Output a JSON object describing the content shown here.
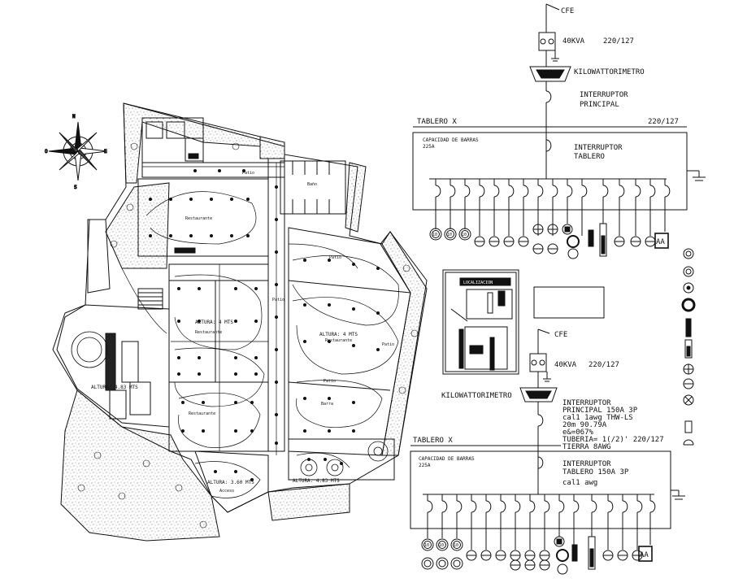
{
  "top_diagram": {
    "cfe": "CFE",
    "transformer": "40KVA",
    "voltage": "220/127",
    "meter": "KILOWATTORIMETRO",
    "main_switch_1": "INTERRUPTOR",
    "main_switch_2": "PRINCIPAL",
    "board_title": "TABLERO X",
    "board_voltage": "220/127",
    "bus_capacity_1": "CAPACIDAD DE BARRAS",
    "bus_capacity_2": "225A",
    "board_switch_1": "INTERRUPTOR",
    "board_switch_2": "TABLERO",
    "aa_label": "AA",
    "circuit_numbers": [
      "10",
      "10",
      "10"
    ]
  },
  "bottom_diagram": {
    "cfe": "CFE",
    "transformer": "40KVA",
    "voltage": "220/127",
    "meter": "KILOWATTORIMETRO",
    "main_switch_1": "INTERRUPTOR",
    "main_switch_2": "PRINCIPAL 150A 3P",
    "main_switch_3": "cal1 1awg THW-LS",
    "main_switch_4": "20m   90.79A",
    "main_switch_5": "e&=067%",
    "main_switch_6": "TUBERIA= 1(/2)' 220/127",
    "main_switch_7": "TIERRA 8AWG",
    "board_title": "TABLERO X",
    "bus_capacity_1": "CAPACIDAD DE BARRAS",
    "bus_capacity_2": "225A",
    "board_switch_1": "INTERRUPTOR",
    "board_switch_2": "TABLERO 150A 3P",
    "board_switch_3": "cal1 awg",
    "aa_label": "AA",
    "circuit_numbers": [
      "10",
      "10",
      "10"
    ]
  },
  "location_plan": {
    "title": "LOCALIZACION"
  },
  "floor_plan": {
    "rooms": {
      "restaurante_1": "Restaurante",
      "restaurante_2": "Restaurante",
      "restaurante_3": "Restaurante",
      "restaurante_4": "Restaurante",
      "patio_1": "Patio",
      "patio_2": "Patio",
      "patio_3": "Patio",
      "patio_4": "Patio",
      "patio_5": "Patio",
      "acceso": "Acceso",
      "banos": "Baño",
      "barra": "Barra"
    },
    "heights": {
      "h1": "ALTURA: 4 MTS",
      "h2": "ALTURA: 4 MTS",
      "h3": "ALTURA: 4.83 MTS",
      "h4": "ALTURA: 3.60 MTS",
      "h5": "ALTURA: 4.83 MTS"
    },
    "compass": {
      "n": "N",
      "s": "S",
      "e": "E",
      "o": "O"
    }
  }
}
